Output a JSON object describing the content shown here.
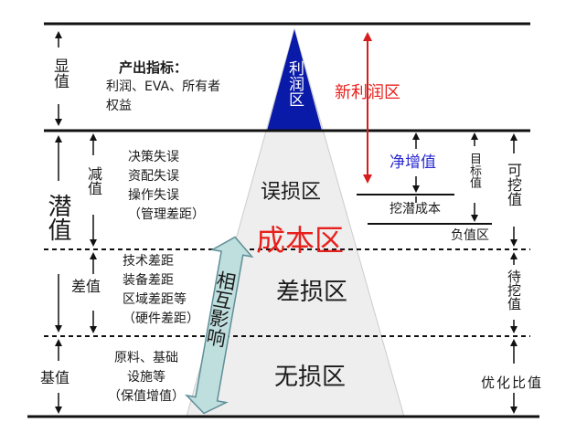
{
  "left_labels": {
    "xian_zhi": "显值",
    "qian_zhi": "潜值",
    "jian_zhi": "减值",
    "cha_zhi": "差值",
    "ji_zhi": "基值"
  },
  "output_indicator": {
    "title": "产出指标：",
    "line1": "利润、EVA、所有者",
    "line2": "权益"
  },
  "reduction_causes": "决策失误\n资配失误\n操作失误\n（管理差距）",
  "gap_causes": "技术差距\n装备差距\n区域差距等\n（硬件差距）",
  "base_causes": "原料、基础\n设施等\n（保值增值）",
  "pyramid": {
    "profit_zone": "利润区",
    "error_loss_zone": "误损区",
    "cost_zone": "成本区",
    "gap_loss_zone": "差损区",
    "no_loss_zone": "无损区",
    "mutual_influence": "相互影响"
  },
  "right_labels": {
    "new_profit_zone": "新利润区",
    "net_increase": "净增值",
    "target_value": "目标值",
    "mining_cost": "挖潜成本",
    "negative_zone": "负值区",
    "minable": "可挖值",
    "to_be_mined": "待挖值",
    "optimize_ratio": "优化比值"
  },
  "colors": {
    "profit_tip": "#0a1aa8",
    "pyramid_fill": "#eeeeee",
    "cost_zone_red": "#e8201c",
    "net_increase_blue": "#2a2ad0",
    "arrow_band_fill": "#bfdede",
    "arrow_band_stroke": "#5e8e96"
  }
}
